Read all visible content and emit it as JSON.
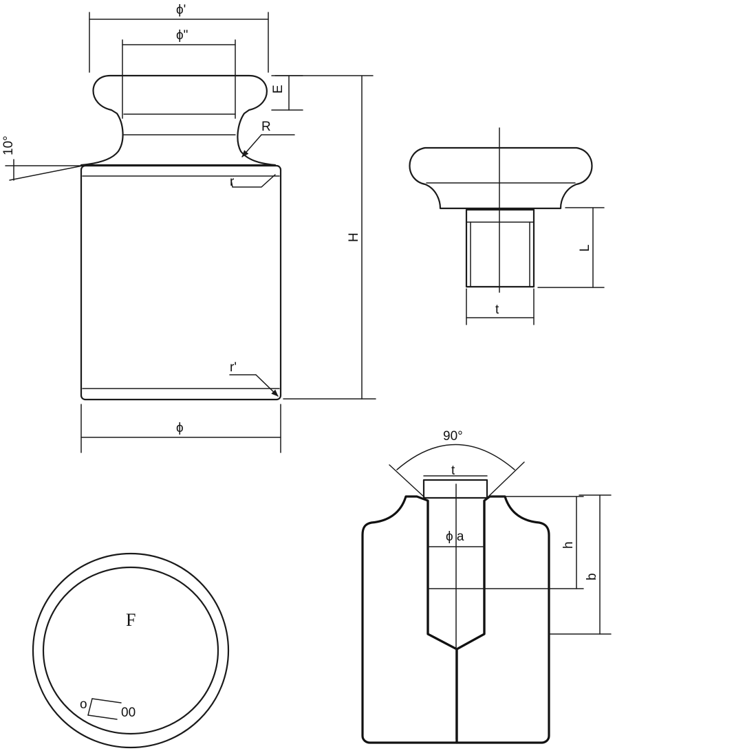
{
  "weight_front_view": {
    "label_top_diameter": "ϕ'",
    "label_neck_diameter": "ϕ\"",
    "label_head_height": "E",
    "label_radius": "R",
    "label_angle": "10°",
    "label_height": "H",
    "label_fillet_top": "r",
    "label_fillet_bottom": "r'",
    "label_body_diameter": "ϕ"
  },
  "knob_view": {
    "label_thread_length": "L",
    "label_thread_diameter": "t"
  },
  "cavity_section": {
    "label_chamfer_angle": "90°",
    "label_opening": "t",
    "label_cavity_diameter": "ϕ a",
    "label_depth_h": "h",
    "label_depth_b": "b"
  },
  "top_view": {
    "label_marking": "F",
    "label_circle_mark": "o",
    "label_class": "00"
  }
}
